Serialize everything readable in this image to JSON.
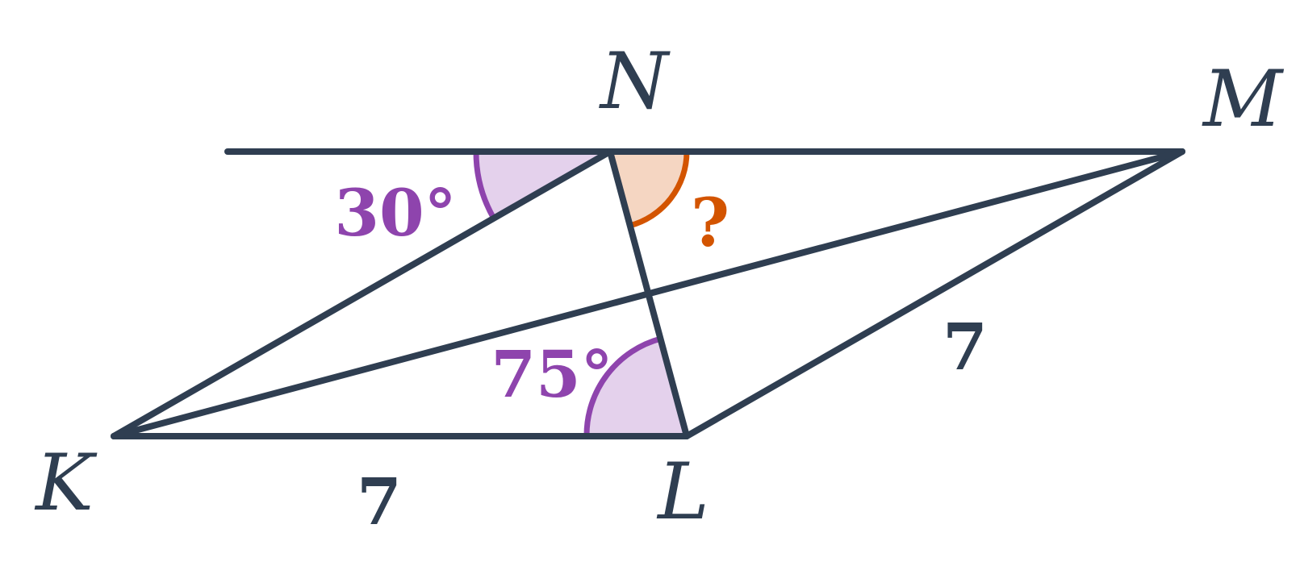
{
  "colors": {
    "line": "#2f3e51",
    "angle_known": "#8e44ad",
    "angle_known_fill": "#e4d1ec",
    "angle_unknown": "#d35400",
    "angle_unknown_fill": "#f5d6c2"
  },
  "points": {
    "K": "K",
    "L": "L",
    "M": "M",
    "N": "N"
  },
  "side_labels": {
    "KL": "7",
    "LM": "7"
  },
  "angles": {
    "at_N_left": "30°",
    "at_L": "75°",
    "at_N_right": "?"
  }
}
